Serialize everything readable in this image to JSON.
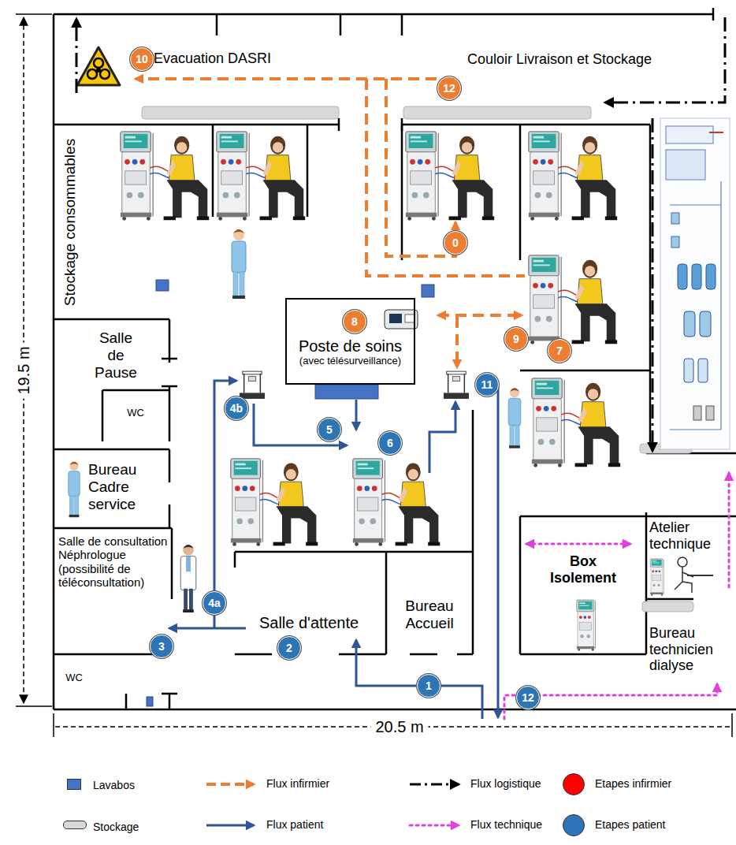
{
  "diagram": {
    "nodes": [
      {
        "text": [
          "Couloir Livraison et Stockage"
        ]
      },
      {
        "text": [
          "Stockage consommables"
        ]
      },
      {
        "text": [
          "Salle de Pause"
        ]
      },
      {
        "text": [
          "WC"
        ]
      },
      {
        "text": [
          "Bureau Cadre service"
        ]
      },
      {
        "text": [
          "Salle de consultation Néphrologue (possibilité de téléconsultation)"
        ]
      },
      {
        "text": [
          "WC"
        ]
      },
      {
        "text": [
          "Poste de soins",
          "(avec télésurveillance)"
        ]
      },
      {
        "text": [
          "Salle d'attente"
        ]
      },
      {
        "text": [
          "Bureau Accueil"
        ]
      },
      {
        "text": [
          "Box Isolement"
        ]
      },
      {
        "text": [
          "Atelier technique"
        ]
      },
      {
        "text": [
          "Bureau technicien dialyse"
        ]
      }
    ],
    "edges": [
      {
        "from": 8,
        "to": 5,
        "arrow": "to"
      }
    ],
    "labels": [
      "Evacuation DASRI",
      "10",
      "12",
      "0",
      "8",
      "9",
      "7",
      "19.5 m",
      "11",
      "4b",
      "5",
      "6",
      "4a",
      "2",
      "3",
      "1",
      "12",
      "20.5 m"
    ],
    "legend": [
      {
        "text": "Lavabos",
        "color": "#4472c4"
      },
      {
        "text": "Stockage",
        "color": "#d9d9d9"
      },
      {
        "text": "Flux infirmier"
      },
      {
        "text": "Flux patient"
      },
      {
        "text": "Flux logistique"
      },
      {
        "text": "Flux technique"
      },
      {
        "text": "Etapes infirmier",
        "color": "#ff0000"
      },
      {
        "text": "Etapes patient",
        "color": "#2e75b6"
      }
    ]
  }
}
